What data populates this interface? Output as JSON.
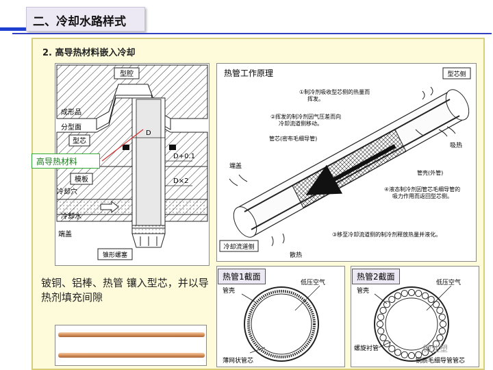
{
  "title": "二、冷却水路样式",
  "section_heading": "2. 高导热材料嵌入冷却",
  "mold_diagram": {
    "labels": {
      "cavity": "型腔",
      "molded_part": "成形品",
      "parting_surface": "分型面",
      "core": "型芯",
      "heat_conductive_material": "高导热材料",
      "plate": "模板",
      "cooling_hole": "冷却穴",
      "cooling_water": "冷却水",
      "end_cap": "端盖",
      "taper_plug": "锥形螺塞",
      "dim_d": "D",
      "dim_d_plus": "D+0.1",
      "dim_d_times": "D×2"
    }
  },
  "heat_pipe_diagram": {
    "title": "热管工作原理",
    "core_side_tag": "型芯侧",
    "cooling_side_tag": "冷却流道侧",
    "end_cap": "端盖",
    "absorb_heat": "吸热",
    "release_heat": "散热",
    "pipe_core": "管芯(密布毛细导管)",
    "pipe_shell": "管壳(外管)",
    "step1": "①制冷剂吸收型芯侧的热量而挥发。",
    "step2": "②挥发的制冷剂因气压差而向冷却流道侧移动。",
    "step3": "③移至冷却流道侧的制冷剂释放热量并液化。",
    "step4": "④液态制冷剂因管芯毛细导管的吸力作用而返回型芯侧。"
  },
  "cross_section_1": {
    "label": "热管1截面",
    "shell": "管壳",
    "low_pressure_air": "低压空气",
    "wick": "薄网状管芯"
  },
  "cross_section_2": {
    "label": "热管2截面",
    "shell": "管壳",
    "low_pressure_air": "低压空气",
    "spiral_pipe": "螺旋衬管",
    "capillary_core": "铜质毛细导管管芯"
  },
  "description": "铍铜、铝棒、热管 镶入型芯，并以导热剂填充间隙",
  "watermark": "微注塑"
}
